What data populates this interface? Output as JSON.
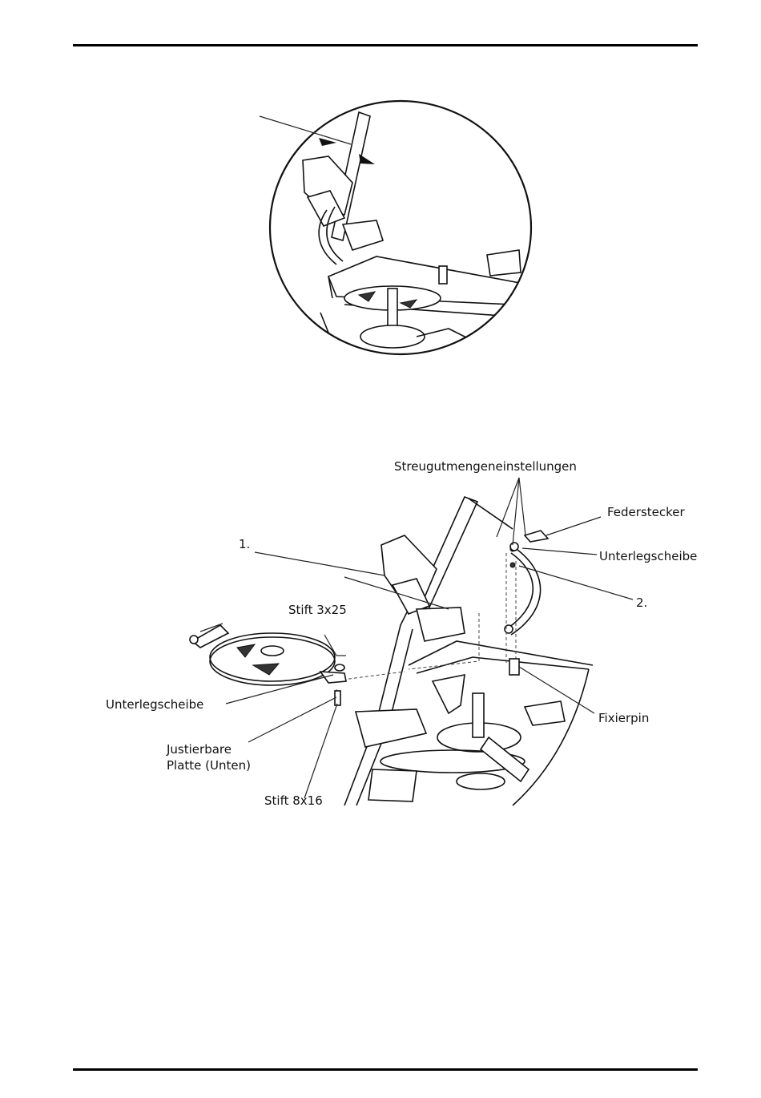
{
  "figure_bottom": {
    "labels": {
      "streugut": "Streugutmengeneinstellungen",
      "federstecker": "Federstecker",
      "unterlegscheibe_right": "Unterlegscheibe",
      "step1": "1.",
      "step2": "2.",
      "stift_3x25": "Stift 3x25",
      "unterlegscheibe_left": "Unterlegscheibe",
      "justierbare_line1": "Justierbare",
      "justierbare_line2": "Platte (Unten)",
      "fixierpin": "Fixierpin",
      "stift_8x16": "Stift 8x16"
    }
  }
}
